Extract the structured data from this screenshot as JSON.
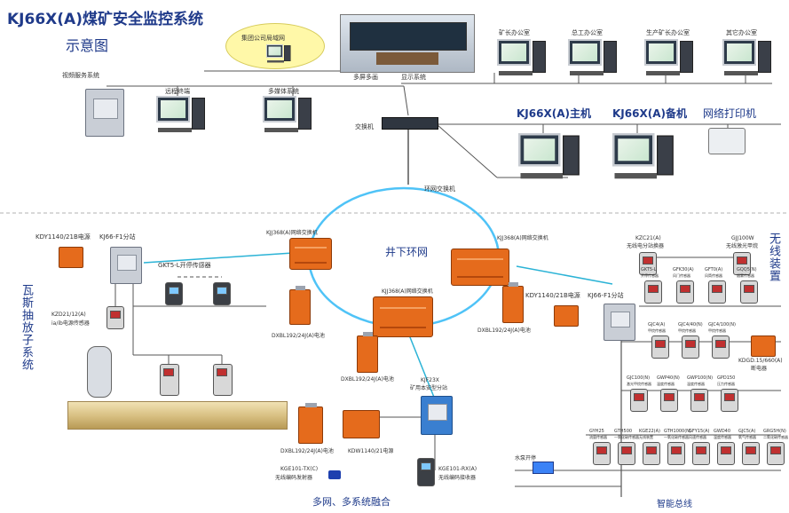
{
  "title": "KJ66X(A)煤矿安全监控系统",
  "subtitle": "示意图",
  "surface": {
    "group_lan": "集团公司局域网",
    "video_server": "视频服务系统",
    "remote_terminal": "远程终端",
    "multimedia": "多媒体系统",
    "multiscreen": "多屏多画",
    "display_system": "显示系统",
    "switch": "交换机",
    "ring_switch": "环网交换机",
    "offices": [
      "矿长办公室",
      "总工办公室",
      "生产矿长办公室",
      "其它办公室"
    ],
    "main_host": "KJ66X(A)主机",
    "backup_host": "KJ66X(A)备机",
    "printer": "网络打印机"
  },
  "underground": {
    "ring_label": "井下环网",
    "ring_switch_a": "KJJ368(A)网络交换机",
    "ring_switch_b": "KJJ368(A)网络交换机",
    "ring_switch_c": "KJJ368(A)网络交换机",
    "battery_1": "DXBL192/24J(A)电池",
    "battery_2": "DXBL192/24J(A)电池",
    "battery_3": "DXBL192/24J(A)电池",
    "left_power": "KDY1140/21B电源",
    "left_substation": "KJ66-F1分站",
    "kgt": "GKT5-L开停传感器",
    "left_side_title": "瓦斯抽放子系统",
    "kzd": "KZD21/12(A)",
    "kzd_sub": "ia/ib电源传感器",
    "right_power": "KDY1140/21B电源",
    "right_substation": "KJ66-F1分站",
    "kzc": "KZC21(A)",
    "kzc_sub": "无线电分站换器",
    "gjj": "GJJ100W",
    "gjj_sub": "无线激光甲烷",
    "wireless_title": "无线装置",
    "kjf": "KJF23X",
    "kjf_sub": "矿用本安型分站",
    "b4": "DXBL192/24J(A)电池",
    "kdw": "KDW1140/21电源",
    "kge_tx": "KGE101-TX(C)",
    "kge_tx_sub": "无线编码发射器",
    "kge_rx": "KGE101-RX(A)",
    "kge_rx_sub": "无线编码接收器",
    "kdgd": "KDGD.15/660(A)",
    "kdgd_sub": "断电器",
    "sensors_row1": [
      "GKT5-L",
      "GFK30(A)",
      "GFT0(A)",
      "GQQ5(N)"
    ],
    "sensors_row1_sub": [
      "开停传感器",
      "风门传感器",
      "风筒传感器",
      "烟雾传感器"
    ],
    "sensors_row2": [
      "GJC4(A)",
      "GJC4/40(N)",
      "GJC4/100(N)"
    ],
    "sensors_row2_sub": [
      "甲烷传感器",
      "甲烷传感器",
      "甲烷传感器"
    ],
    "sensors_row3": [
      "GJC100(N)",
      "GWP40(N)",
      "GWP100(N)",
      "GPD150"
    ],
    "sensors_row3_sub": [
      "激光甲烷传感器",
      "温度传感器",
      "温度传感器",
      "压力传感器"
    ],
    "sensors_row4": [
      "GYH25",
      "GTH500",
      "KGE22(A)",
      "GTH1000(N)",
      "GFY15(A)",
      "GWD40",
      "GJC5(A)",
      "GRG5H(N)"
    ],
    "sensors_row4_sub": [
      "流量传感器",
      "一氧化碳传感器",
      "无线装置",
      "一氧化碳传感器",
      "风速传感器",
      "温度传感器",
      "氧气传感器",
      "二氧化碳传感器"
    ],
    "water": "水泵开停",
    "bottom_left": "多网、多系统融合",
    "bottom_right": "智能总线"
  },
  "colors": {
    "accent": "#1f3a8a",
    "wire": "#2bb3d6",
    "ring": "#4fc3f7",
    "orange": "#e56b1c"
  }
}
